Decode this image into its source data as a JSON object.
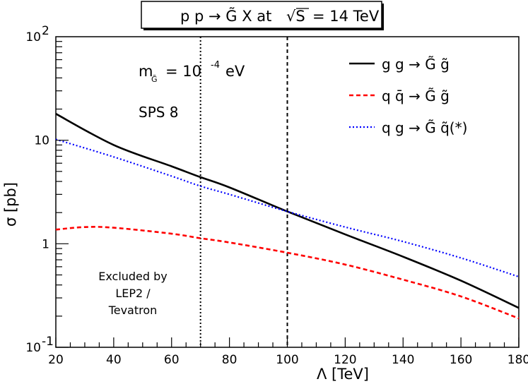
{
  "chart_data": {
    "type": "line",
    "title_parts": {
      "main": "p p → G̃ X  at",
      "sqrt": "√S",
      "energy": "= 14 TeV"
    },
    "xlabel": "Λ  [TeV]",
    "ylabel": "σ [pb]",
    "xlim": [
      20,
      180
    ],
    "ylim": [
      0.1,
      100
    ],
    "yscale": "log",
    "grid": false,
    "legend_position": "top-right",
    "x_ticks": [
      "20",
      "40",
      "60",
      "80",
      "100",
      "120",
      "140",
      "160",
      "180"
    ],
    "y_ticks": [
      {
        "value": 0.1,
        "base": "10",
        "exp": "-1"
      },
      {
        "value": 1,
        "base": "1",
        "exp": ""
      },
      {
        "value": 10,
        "base": "10",
        "exp": ""
      },
      {
        "value": 100,
        "base": "10",
        "exp": "2"
      }
    ],
    "vlines": [
      {
        "x": 70,
        "style": "dotted"
      },
      {
        "x": 100,
        "style": "dashed"
      }
    ],
    "annotations": {
      "mass_label": "m",
      "mass_sub": "G̃",
      "mass_value": "= 10",
      "mass_exp": "-4",
      "mass_unit": "eV",
      "benchmark": "SPS 8",
      "excluded_line1": "Excluded by",
      "excluded_line2": "LEP2 /",
      "excluded_line3": "Tevatron"
    },
    "series": [
      {
        "name": "g g → G̃ g̃",
        "color": "#000000",
        "style": "solid",
        "x": [
          20,
          40,
          60,
          70,
          80,
          100,
          120,
          140,
          160,
          180
        ],
        "y": [
          18.0,
          9.0,
          5.6,
          4.4,
          3.5,
          2.05,
          1.23,
          0.75,
          0.44,
          0.24
        ]
      },
      {
        "name": "q q̄ → G̃ g̃",
        "color": "#ff0000",
        "style": "dashed",
        "x": [
          20,
          30,
          40,
          60,
          70,
          80,
          100,
          120,
          140,
          160,
          180
        ],
        "y": [
          1.37,
          1.45,
          1.43,
          1.25,
          1.13,
          1.03,
          0.82,
          0.63,
          0.45,
          0.31,
          0.19
        ]
      },
      {
        "name": "q g → G̃ q̃(*)",
        "color": "#0000ff",
        "style": "dotted",
        "x": [
          20,
          40,
          60,
          70,
          80,
          100,
          120,
          140,
          160,
          180
        ],
        "y": [
          10.2,
          6.9,
          4.5,
          3.6,
          3.0,
          2.05,
          1.45,
          1.05,
          0.73,
          0.48
        ]
      }
    ]
  }
}
